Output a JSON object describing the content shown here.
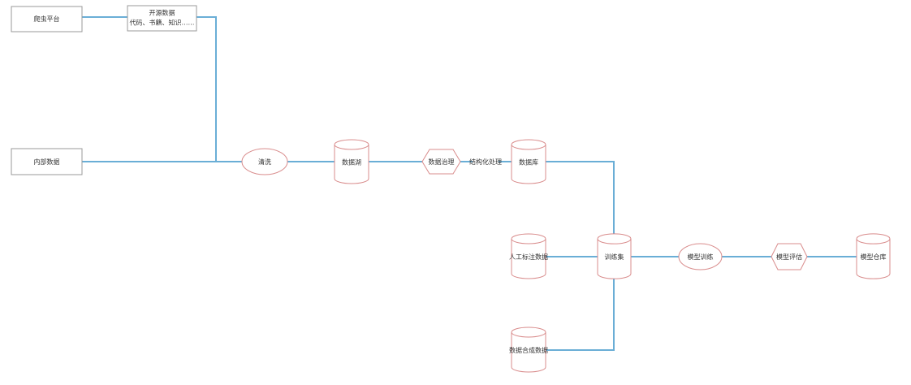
{
  "diagram": {
    "colors": {
      "edge": "#6aaed6",
      "rect_border": "#9a9a9a",
      "shape_border": "#d98c8c",
      "text": "#333333"
    },
    "nodes": {
      "top_left_box": {
        "label": "爬虫平台",
        "shape": "rectangle"
      },
      "top_source_box": {
        "line1": "开源数据",
        "line2": "代码、书籍、知识……",
        "shape": "rectangle"
      },
      "mid_left_box": {
        "label": "内部数据",
        "shape": "rectangle"
      },
      "cleaning_ellipse": {
        "label": "清洗",
        "shape": "ellipse"
      },
      "store_1": {
        "label": "数据湖",
        "shape": "cylinder"
      },
      "hex_1": {
        "label": "数据治理",
        "shape": "hexagon"
      },
      "store_2": {
        "label": "数据库",
        "shape": "cylinder"
      },
      "store_manual": {
        "label": "人工标注数据",
        "shape": "cylinder"
      },
      "store_center": {
        "label": "训练集",
        "shape": "cylinder"
      },
      "ellipse_2": {
        "label": "模型训练",
        "shape": "ellipse"
      },
      "hex_2": {
        "label": "模型评估",
        "shape": "hexagon"
      },
      "store_final": {
        "label": "模型仓库",
        "shape": "cylinder"
      },
      "store_bottom": {
        "label": "数据合成数据",
        "shape": "cylinder"
      }
    },
    "edge_labels": {
      "hex1_to_store2": "结构化处理"
    }
  }
}
